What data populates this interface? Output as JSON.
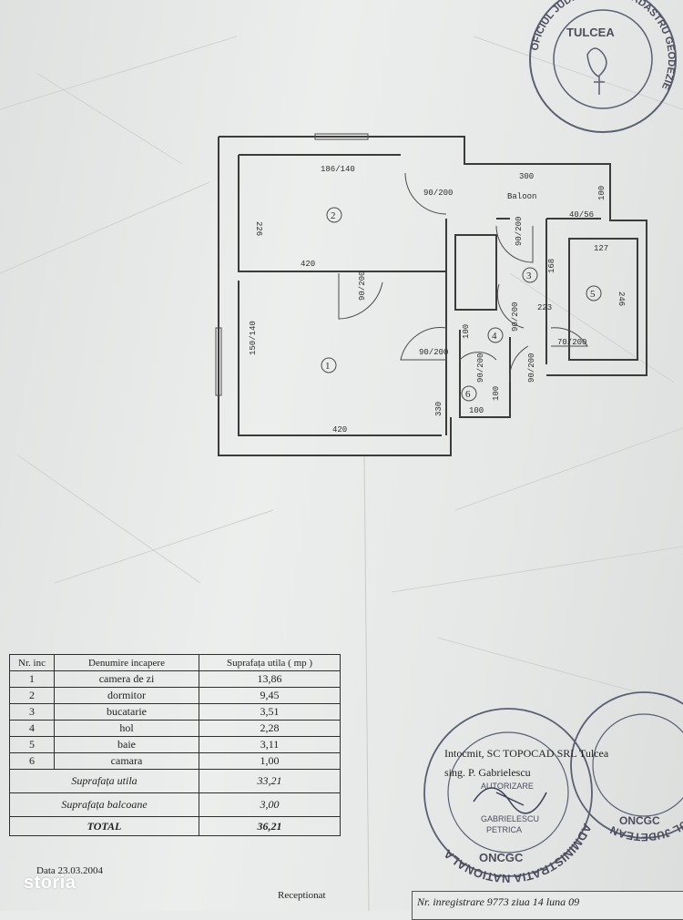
{
  "plan": {
    "dimensions": {
      "win_r2": "186/140",
      "d_balcony": "90/200",
      "balcony_label": "Baloon",
      "w300": "300",
      "d100_top": "100",
      "d226": "226",
      "d40_56": "40/56",
      "d420_top": "420",
      "d_r2_r1": "90/200",
      "d_kitchen_v": "90/200",
      "d127": "127",
      "d168": "168",
      "d223": "223",
      "d246": "246",
      "d_hall_kitchen": "90/200",
      "d70_200": "70/200",
      "win_r1": "150/140",
      "d90_200_hall": "90/200",
      "d100_a": "100",
      "d90_200_store": "90/200",
      "d100_b": "100",
      "d100_c": "100",
      "d90_200_bath": "90/200",
      "d330": "330",
      "d420_bottom": "420"
    },
    "room_numbers": [
      "1",
      "2",
      "3",
      "4",
      "5",
      "6"
    ]
  },
  "stamps": {
    "top": {
      "ring": "OFICIUL JUDETEAN DE CADASTRU GEODEZIE",
      "city": "TULCEA"
    },
    "bottom_left": {
      "ring": "ADMINISTRATIA NATIONALA",
      "bottom": "ONCGC",
      "inner": [
        "AUTORIZARE",
        "GABRIELESCU",
        "PETRICA"
      ]
    },
    "bottom_right": {
      "ring": "OFICIUL JUDETEAN",
      "bottom": "ONCGC"
    }
  },
  "table": {
    "headers": [
      "Nr. inc",
      "Denumire incapere",
      "Suprafața utila ( mp )"
    ],
    "rows": [
      {
        "nr": "1",
        "name": "camera de zi",
        "area": "13,86"
      },
      {
        "nr": "2",
        "name": "dormitor",
        "area": "9,45"
      },
      {
        "nr": "3",
        "name": "bucatarie",
        "area": "3,51"
      },
      {
        "nr": "4",
        "name": "hol",
        "area": "2,28"
      },
      {
        "nr": "5",
        "name": "baie",
        "area": "3,11"
      },
      {
        "nr": "6",
        "name": "camara",
        "area": "1,00"
      }
    ],
    "useful_label": "Suprafața utila",
    "useful_value": "33,21",
    "balcony_label": "Suprafața balcoane",
    "balcony_value": "3,00",
    "total_label": "TOTAL",
    "total_value": "36,21"
  },
  "footer": {
    "date": "Data 23.03.2004",
    "intocmit": "Intocmit, SC TOPOCAD SRL Tulcea",
    "sing": "sing. P. Gabrielescu",
    "receptionat": "Receptionat",
    "registration": "Nr. inregistrare 9773 ziua 14 luna 09"
  },
  "watermark": "storia"
}
